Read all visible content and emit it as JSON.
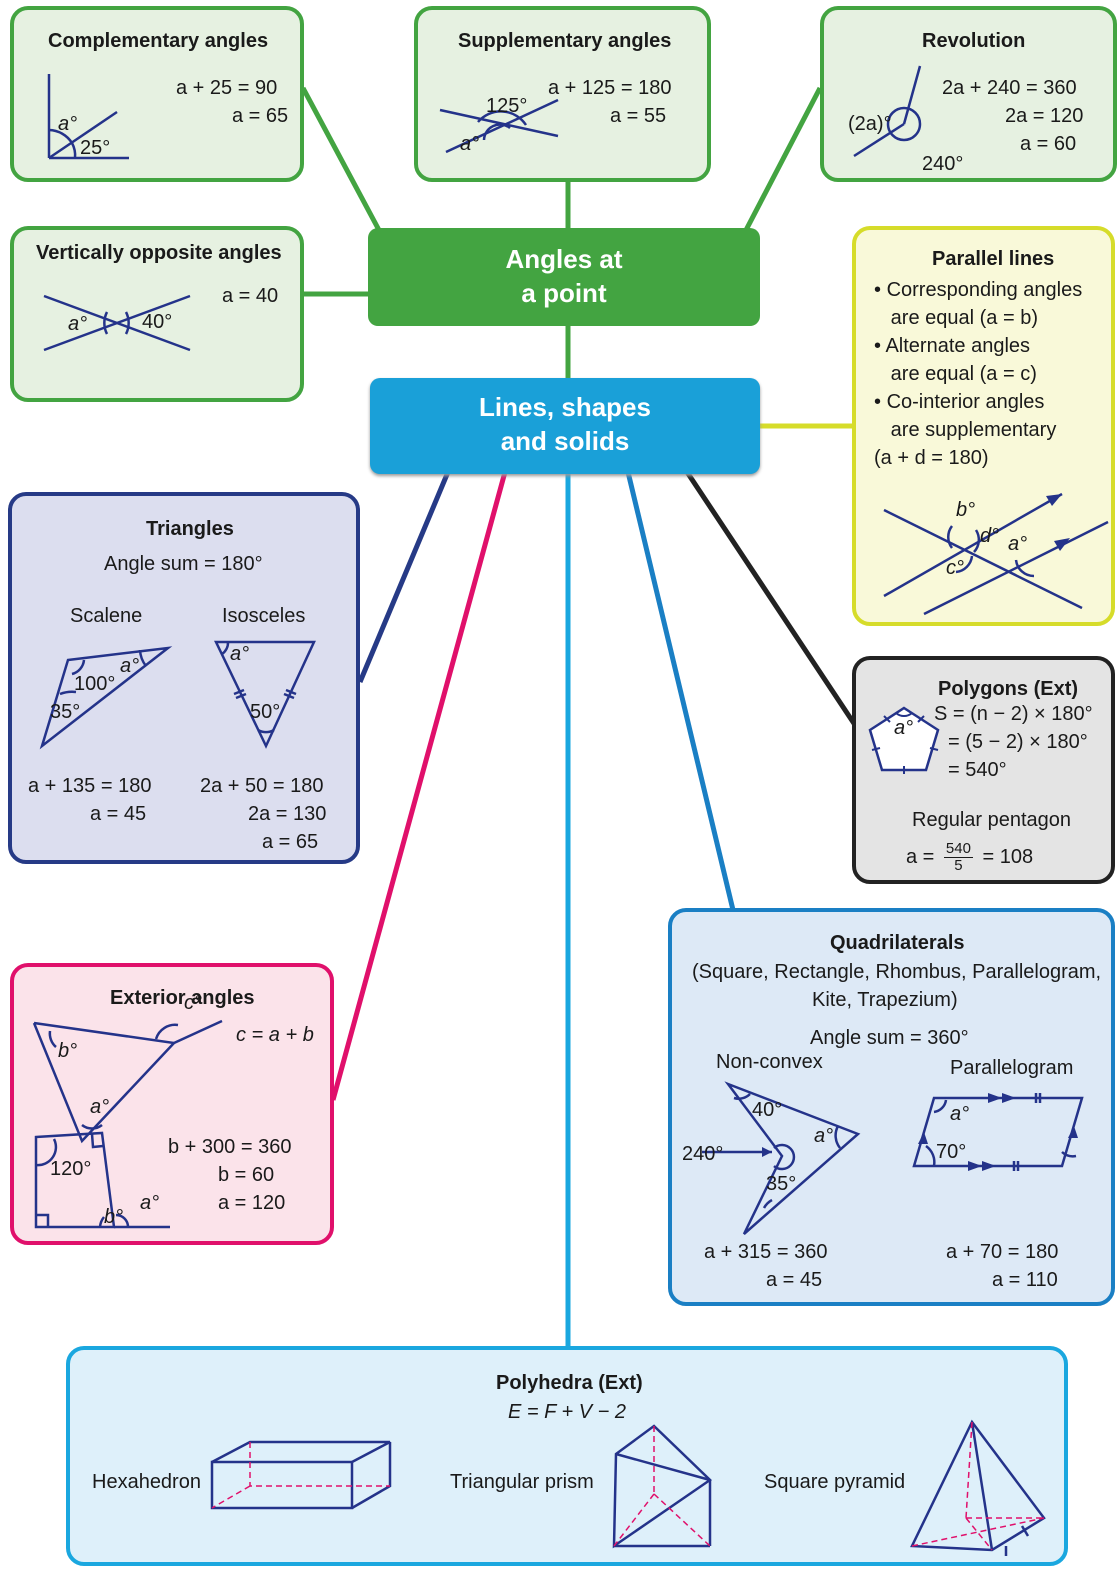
{
  "hubs": {
    "angles_at_point": "Angles at\na point",
    "lines_shapes_solids": "Lines, shapes\nand solids"
  },
  "complementary": {
    "title": "Complementary angles",
    "eq1": "a + 25 = 90",
    "eq2": "a = 65",
    "label_a": "a°",
    "label_25": "25°"
  },
  "supplementary": {
    "title": "Supplementary angles",
    "eq1": "a + 125 = 180",
    "eq2": "a = 55",
    "label_125": "125°",
    "label_a": "a°"
  },
  "revolution": {
    "title": "Revolution",
    "eq1": "2a + 240 = 360",
    "eq2": "2a = 120",
    "eq3": "a = 60",
    "label_2a": "(2a)°",
    "label_240": "240°"
  },
  "vertical": {
    "title": "Vertically opposite angles",
    "eq1": "a = 40",
    "label_a": "a°",
    "label_40": "40°"
  },
  "parallel": {
    "title": "Parallel lines",
    "items": [
      [
        "Corresponding angles",
        "are equal (a = b)"
      ],
      [
        "Alternate angles",
        "are equal (a = c)"
      ],
      [
        "Co-interior angles",
        "are supplementary",
        "(a + d = 180)"
      ]
    ],
    "label_b": "b°",
    "label_d": "d°",
    "label_a": "a°",
    "label_c": "c°"
  },
  "triangles": {
    "title": "Triangles",
    "angle_sum": "Angle sum = 180°",
    "scalene": "Scalene",
    "isosceles": "Isosceles",
    "s_100": "100°",
    "s_a": "a°",
    "s_35": "35°",
    "i_a": "a°",
    "i_50": "50°",
    "s_eq1": "a + 135 = 180",
    "s_eq2": "a = 45",
    "i_eq1": "2a + 50 = 180",
    "i_eq2": "2a = 130",
    "i_eq3": "a = 65"
  },
  "polygons": {
    "title": "Polygons (Ext)",
    "eq1": "S = (n − 2) × 180°",
    "eq2": "= (5 − 2) × 180°",
    "eq3": "= 540°",
    "label_a": "a°",
    "caption": "Regular pentagon",
    "result_prefix": "a =",
    "frac_num": "540",
    "frac_den": "5",
    "result_suffix": "= 108"
  },
  "exterior": {
    "title": "Exterior angles",
    "label_c": "c°",
    "eq_c": "c = a + b",
    "label_b": "b°",
    "label_a": "a°",
    "label_120": "120°",
    "q_b": "b°",
    "q_a": "a°",
    "eq1": "b + 300 = 360",
    "eq2": "b = 60",
    "eq3": "a = 120"
  },
  "quadrilaterals": {
    "title": "Quadrilaterals",
    "types1": "(Square, Rectangle, Rhombus, Parallelogram,",
    "types2": "Kite, Trapezium)",
    "angle_sum": "Angle sum = 360°",
    "nonconvex": "Non-convex",
    "parallelogram": "Parallelogram",
    "nc_40": "40°",
    "nc_a": "a°",
    "nc_240": "240°",
    "nc_35": "35°",
    "p_a": "a°",
    "p_70": "70°",
    "nc_eq1": "a + 315 = 360",
    "nc_eq2": "a = 45",
    "p_eq1": "a + 70 = 180",
    "p_eq2": "a = 110"
  },
  "polyhedra": {
    "title": "Polyhedra (Ext)",
    "formula": "E = F + V − 2",
    "hexahedron": "Hexahedron",
    "prism": "Triangular prism",
    "pyramid": "Square pyramid"
  },
  "colors": {
    "green": "#43a441",
    "yellow": "#d6dc2a",
    "navy": "#263a86",
    "black": "#222222",
    "pink": "#e0106b",
    "blue": "#1a7fc4",
    "cyan": "#1aa7df",
    "figure": "#24338a"
  }
}
